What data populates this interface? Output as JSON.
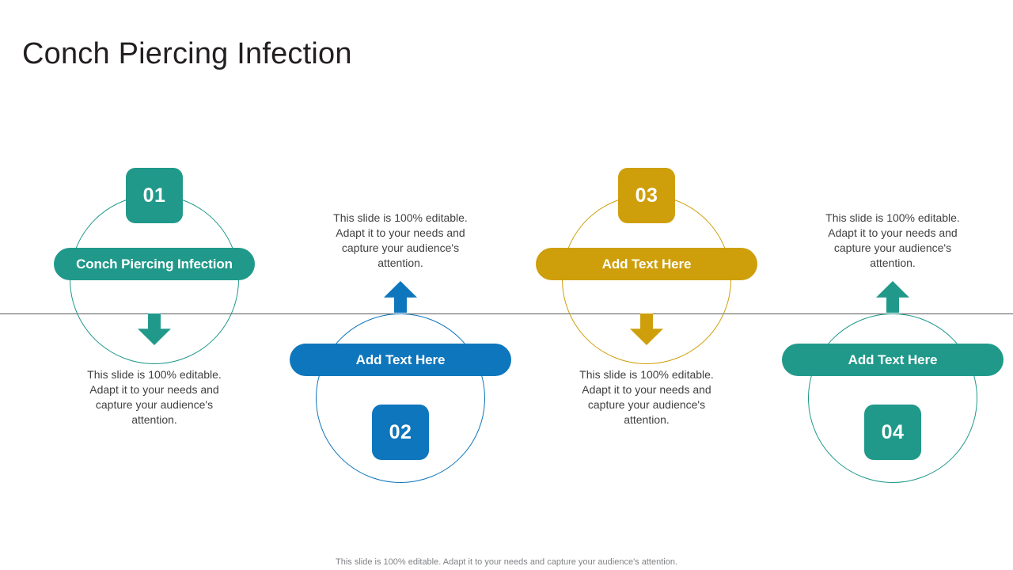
{
  "slide": {
    "title": "Conch Piercing Infection",
    "footer_note": "This slide is 100% editable. Adapt it to your needs and capture your audience's attention.",
    "body_text": "This slide is 100% editable. Adapt it to your needs and capture your audience's attention."
  },
  "colors": {
    "teal": "#20998A",
    "blue": "#0E76BC",
    "gold": "#CE9F0B",
    "title": "#231f20",
    "body": "#414042",
    "baseline": "#58595b",
    "footer": "#808285"
  },
  "groups": [
    {
      "id": "g1",
      "number": "01",
      "label": "Conch Piercing Infection",
      "description": "This slide is 100% editable. Adapt it to your needs and capture your audience's attention.",
      "color": "#20998A",
      "orientation": "down",
      "arrow": "arrow-down-icon"
    },
    {
      "id": "g2",
      "number": "02",
      "label": "Add Text Here",
      "description": "This slide is 100% editable. Adapt it to your needs and capture your audience's attention.",
      "color": "#0E76BC",
      "orientation": "up",
      "arrow": "arrow-up-icon"
    },
    {
      "id": "g3",
      "number": "03",
      "label": "Add Text Here",
      "description": "This slide is 100% editable. Adapt it to your needs and capture your audience's attention.",
      "color": "#CE9F0B",
      "orientation": "down",
      "arrow": "arrow-down-icon"
    },
    {
      "id": "g4",
      "number": "04",
      "label": "Add Text Here",
      "description": "This slide is 100% editable. Adapt it to your needs and capture your audience's attention.",
      "color": "#20998A",
      "orientation": "up",
      "arrow": "arrow-up-icon"
    }
  ]
}
